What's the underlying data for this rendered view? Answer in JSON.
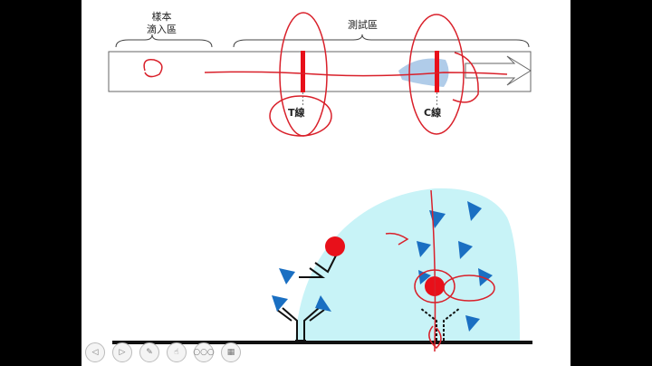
{
  "labels": {
    "sample_zone_line1": "樣本",
    "sample_zone_line2": "滴入區",
    "test_zone": "測試區",
    "t_line": "T線",
    "c_line": "C線"
  },
  "toolbar": {
    "prev": "◁",
    "next": "▷",
    "pen": "✎",
    "pointer": "☝",
    "more": "○○○",
    "slides": "▦"
  },
  "colors": {
    "antibody": "#1a1a1a",
    "antigen_triangle": "#1a6fc2",
    "gold_particle": "#e8101a",
    "flow_region": "#c8f3f7",
    "annotation_ink": "#d9202a"
  }
}
